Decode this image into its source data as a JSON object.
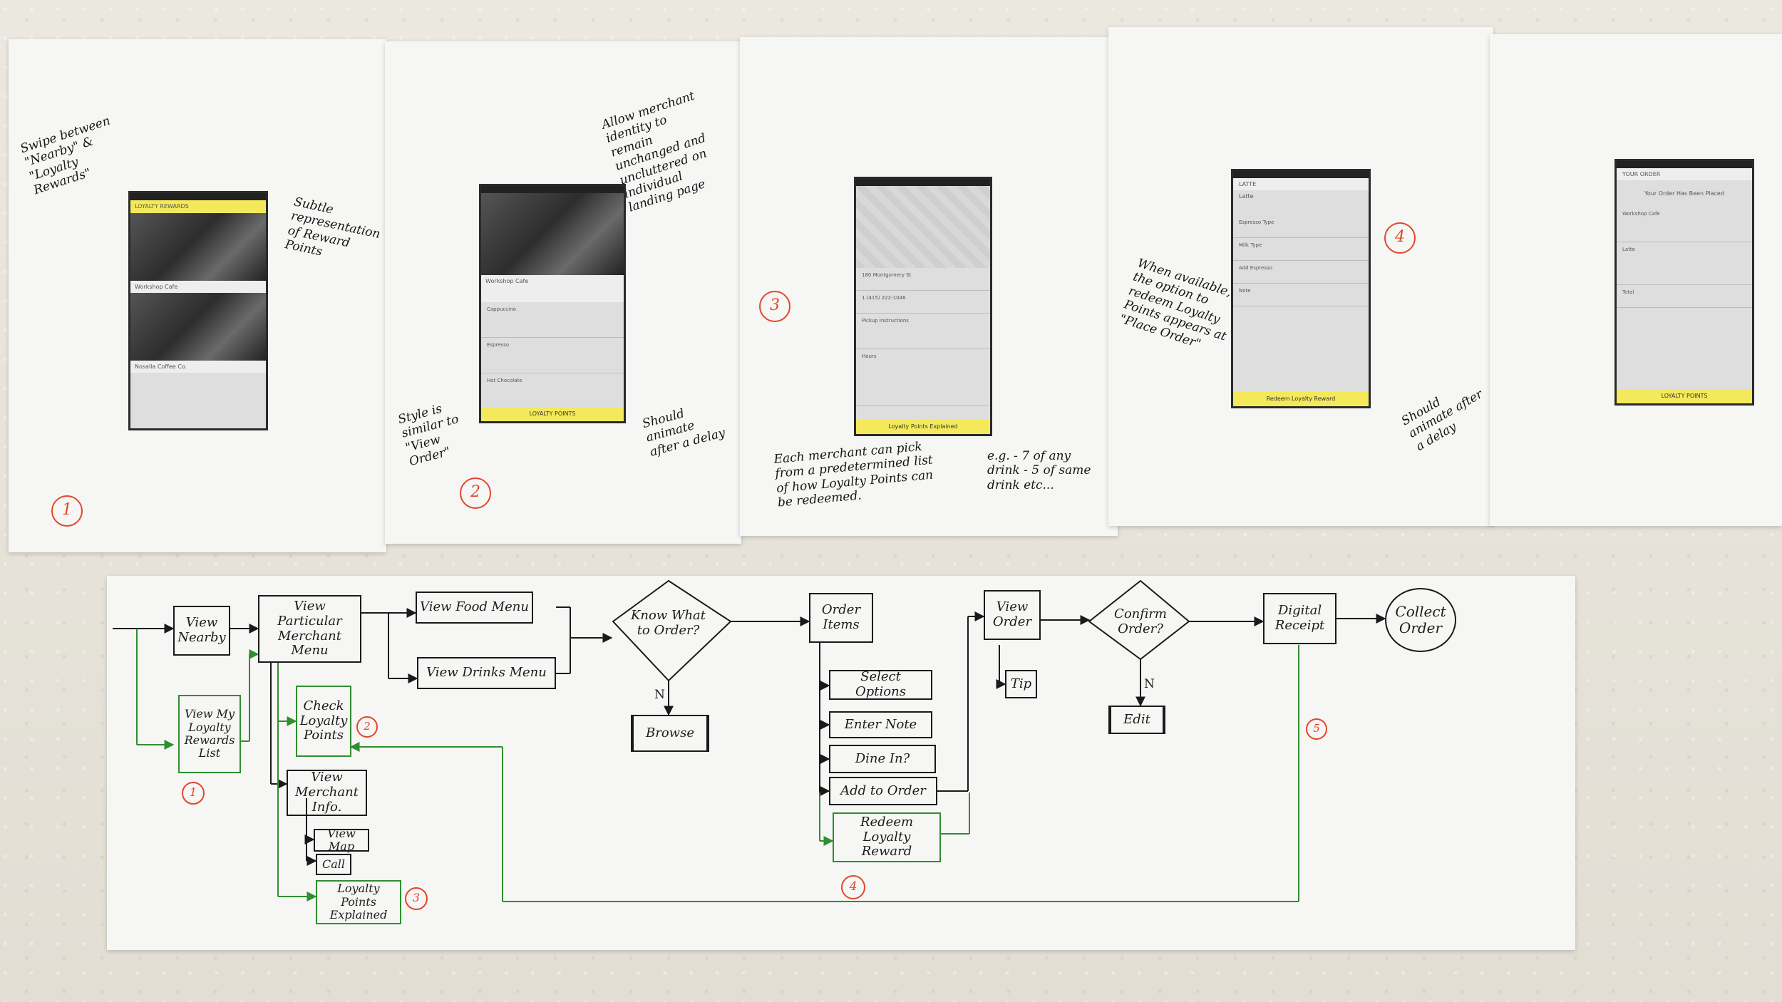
{
  "mockups": {
    "s1": {
      "annotation_left": "Swipe between \"Nearby\" & \"Loyalty Rewards\"",
      "annotation_right": "Subtle representation of Reward Points",
      "number": "1",
      "screen_header": "LOYALTY REWARDS",
      "cafe_1": "Workshop Cafe",
      "cafe_2": "Nosalla Coffee Co."
    },
    "s2": {
      "annotation_top": "Allow merchant identity to remain unchanged and uncluttered on individual landing page",
      "annotation_left": "Style is similar to \"View Order\"",
      "annotation_bottom": "Should animate after a delay",
      "number": "2",
      "cafe": "Workshop Cafe",
      "items": [
        "Cappuccino",
        "Espresso",
        "Hot Chocolate"
      ],
      "footer": "LOYALTY POINTS"
    },
    "s3": {
      "annotation_bottom": "Each merchant can pick from a predetermined list of how Loyalty Points can be redeemed.",
      "annotation_eg": "e.g. - 7 of any drink - 5 of same drink etc...",
      "number": "3",
      "address": "180 Montgomery St",
      "phone": "1 (415) 222-1048",
      "pickup": "Pickup Instructions",
      "hours": "Hours",
      "footer": "Loyalty Points Explained"
    },
    "s4": {
      "annotation_left": "When available, the option to redeem Loyalty Points appears at \"Place Order\"",
      "annotation_right": "Should animate after a delay",
      "number": "4",
      "header": "LATTE",
      "title": "Latte",
      "options": [
        "Espresso Type",
        "Milk Type",
        "Add Espresso",
        "Note"
      ],
      "footer": "Redeem Loyalty Reward"
    },
    "s5": {
      "header": "YOUR ORDER",
      "placed": "Your Order Has Been Placed",
      "cafe": "Workshop Cafe",
      "item": "Latte",
      "total": "Total",
      "footer": "LOYALTY POINTS"
    }
  },
  "flow": {
    "view_nearby": "View Nearby",
    "view_loyalty_list": "View My Loyalty Rewards List",
    "view_merchant_menu": "View Particular Merchant Menu",
    "check_loyalty_points": "Check Loyalty Points",
    "view_merchant_info": "View Merchant Info.",
    "view_map": "View Map",
    "call": "Call",
    "loyalty_points_explained": "Loyalty Points Explained",
    "view_food_menu": "View Food Menu",
    "view_drinks_menu": "View Drinks Menu",
    "know_what_to_order": "Know What to Order?",
    "n1": "N",
    "browse": "Browse",
    "order_items": "Order Items",
    "select_options": "Select Options",
    "enter_note": "Enter Note",
    "dine_in": "Dine In?",
    "add_to_order": "Add to Order",
    "redeem_loyalty_reward": "Redeem Loyalty Reward",
    "view_order": "View Order",
    "tip": "Tip",
    "confirm_order": "Confirm Order?",
    "n2": "N",
    "edit": "Edit",
    "digital_receipt": "Digital Receipt",
    "collect_order": "Collect Order",
    "markers": [
      "1",
      "2",
      "3",
      "4",
      "5"
    ]
  },
  "colors": {
    "accent_yellow": "#f3e95a",
    "marker_red": "#e2462b",
    "flow_green": "#2f8f2f"
  }
}
